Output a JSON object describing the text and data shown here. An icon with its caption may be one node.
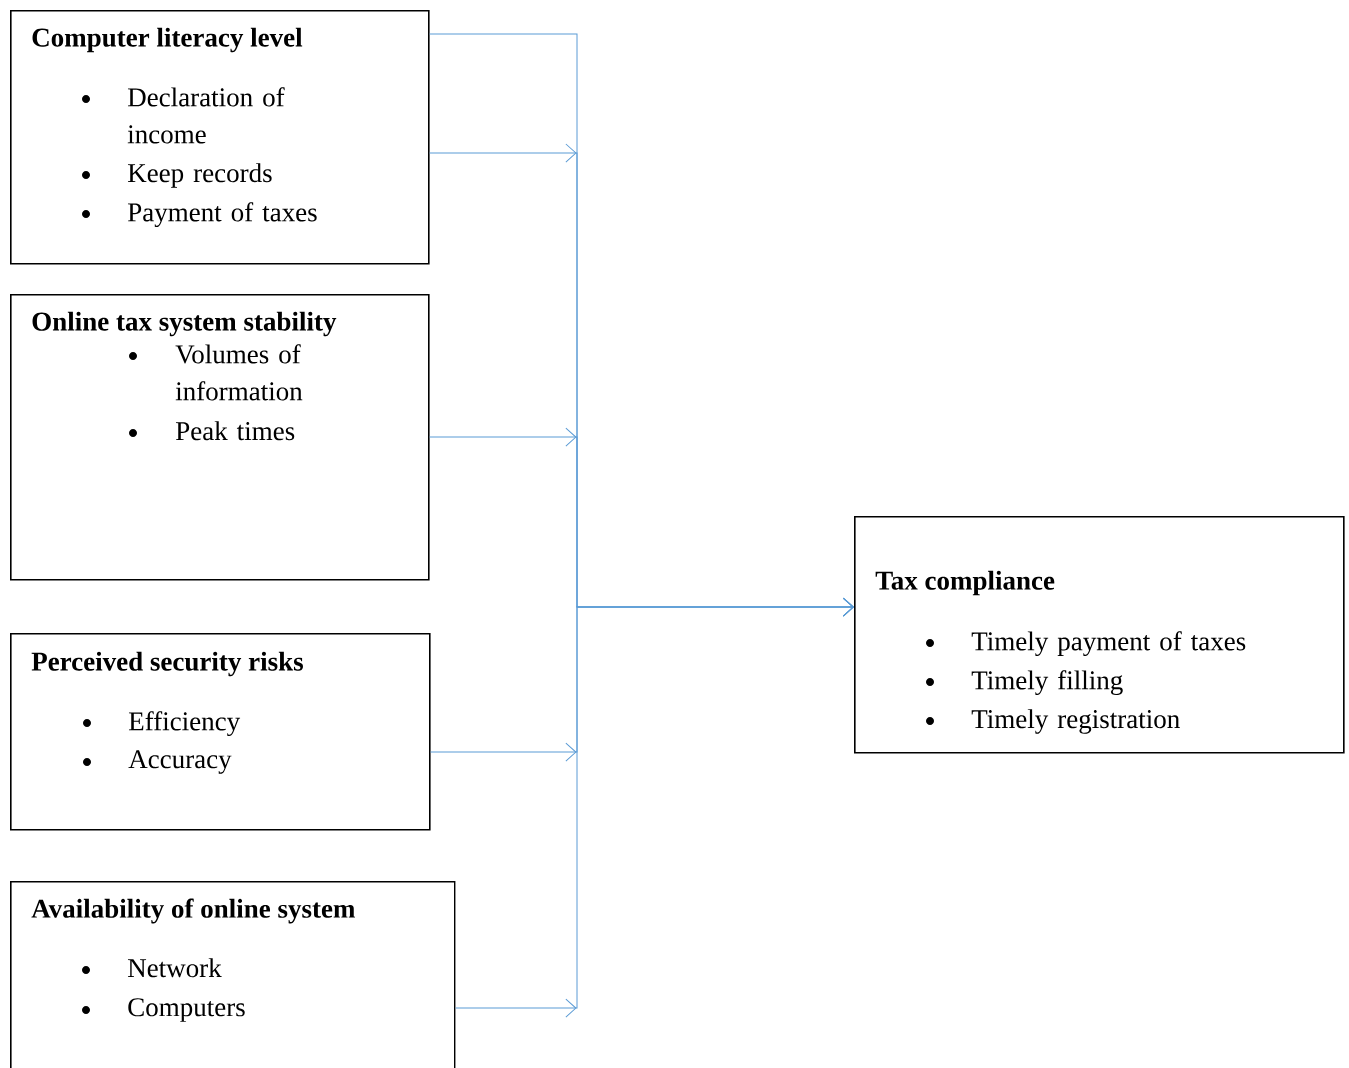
{
  "diagram": {
    "nodes": [
      {
        "text": [
          "Computer literacy level",
          "Declaration of income",
          "Keep records",
          "Payment of taxes"
        ]
      },
      {
        "text": [
          "Online tax system stability",
          "Volumes of information",
          "Peak times"
        ]
      },
      {
        "text": [
          "Perceived security risks",
          "Efficiency",
          "Accuracy"
        ]
      },
      {
        "text": [
          "Availability of online system",
          "Network",
          "Computers"
        ]
      },
      {
        "text": [
          "Tax compliance",
          "Timely payment of taxes",
          "Timely filling",
          "Timely registration"
        ]
      }
    ],
    "edges": [
      {
        "from": 0,
        "to": 4,
        "arrow": "to"
      },
      {
        "from": 1,
        "to": 4,
        "arrow": "to"
      },
      {
        "from": 2,
        "to": 4,
        "arrow": "to"
      },
      {
        "from": 3,
        "to": 4,
        "arrow": "to"
      }
    ]
  }
}
